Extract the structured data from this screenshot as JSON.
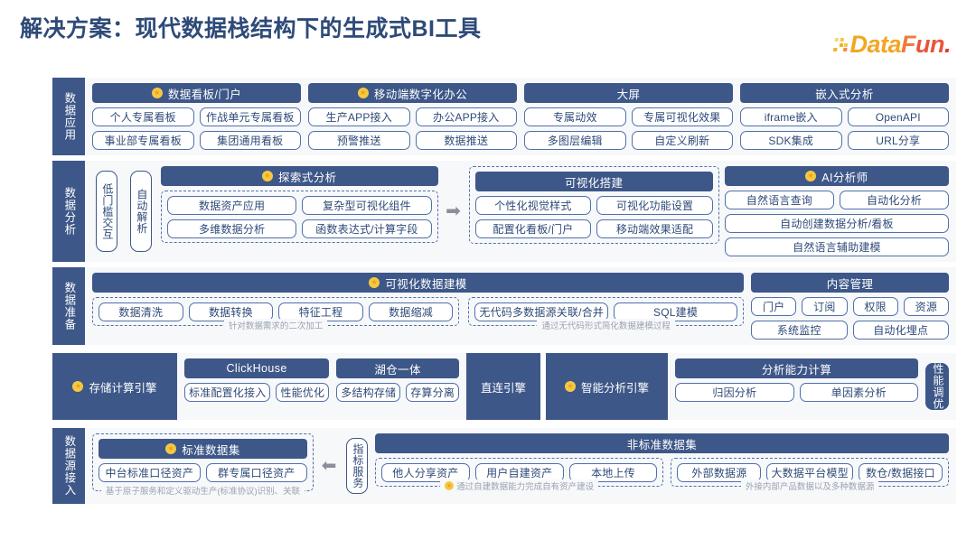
{
  "header": {
    "title": "解决方案：现代数据栈结构下的生成式BI工具",
    "logo": {
      "d": "D",
      "ata": "ata",
      "f": "F",
      "un": "un",
      "dot": "."
    }
  },
  "bands": {
    "application": {
      "label": "数据应用",
      "groups": [
        {
          "title": "数据看板/门户",
          "starred": true,
          "row1": [
            "个人专属看板",
            "作战单元专属看板"
          ],
          "row2": [
            "事业部专属看板",
            "集团通用看板"
          ]
        },
        {
          "title": "移动端数字化办公",
          "starred": true,
          "row1": [
            "生产APP接入",
            "办公APP接入"
          ],
          "row2": [
            "预警推送",
            "数据推送"
          ]
        },
        {
          "title": "大屏",
          "starred": false,
          "row1": [
            "专属动效",
            "专属可视化效果"
          ],
          "row2": [
            "多图层编辑",
            "自定义刷新"
          ]
        },
        {
          "title": "嵌入式分析",
          "starred": false,
          "row1": [
            "iframe嵌入",
            "OpenAPI"
          ],
          "row2": [
            "SDK集成",
            "URL分享"
          ]
        }
      ]
    },
    "analysis": {
      "label": "数据分析",
      "vpills": [
        "低门槛交互",
        "自动解析"
      ],
      "explore": {
        "title": "探索式分析",
        "starred": true,
        "row1": [
          "数据资产应用",
          "复杂型可视化组件"
        ],
        "row2": [
          "多维数据分析",
          "函数表达式/计算字段"
        ]
      },
      "build": {
        "title": "可视化搭建",
        "starred": false,
        "row1": [
          "个性化视觉样式",
          "可视化功能设置"
        ],
        "row2": [
          "配置化看板/门户",
          "移动端效果适配"
        ]
      },
      "ai": {
        "title": "AI分析师",
        "starred": true,
        "row1": [
          "自然语言查询",
          "自动化分析"
        ],
        "row2": [
          "自动创建数据分析/看板"
        ],
        "row3": [
          "自然语言辅助建模"
        ]
      }
    },
    "preparation": {
      "label": "数据准备",
      "title": "可视化数据建模",
      "starred": true,
      "left": {
        "chips": [
          "数据清洗",
          "数据转换",
          "特征工程",
          "数据缩减"
        ],
        "caption": "针对数据需求的二次加工"
      },
      "right": {
        "chips": [
          "无代码多数据源关联/合并",
          "SQL建模"
        ],
        "caption": "通过无代码形式简化数据建模过程"
      },
      "content": {
        "title": "内容管理",
        "row1": [
          "门户",
          "订阅",
          "权限",
          "资源"
        ],
        "row2": [
          "系统监控",
          "自动化埋点"
        ]
      }
    },
    "engine": {
      "storage_label": "存储计算引擎",
      "clickhouse": {
        "title": "ClickHouse",
        "chips": [
          "标准配置化接入",
          "性能优化"
        ]
      },
      "lakehouse": {
        "title": "湖仓一体",
        "chips": [
          "多结构存储",
          "存算分离"
        ]
      },
      "direct": "直连引擎",
      "smart": "智能分析引擎",
      "capability": {
        "title": "分析能力计算",
        "chips": [
          "归因分析",
          "单因素分析"
        ]
      },
      "tuning": "性能调优"
    },
    "source": {
      "label": "数据源接入",
      "standard": {
        "title": "标准数据集",
        "starred": true,
        "chips": [
          "中台标准口径资产",
          "群专属口径资产"
        ],
        "caption": "基于原子服务和定义驱动生产(标准协议)识别、关联"
      },
      "metric_service": "指标服务",
      "nonstandard": {
        "title": "非标准数据集",
        "left": {
          "chips": [
            "他人分享资产",
            "用户自建资产",
            "本地上传"
          ],
          "caption": "通过自建数据能力完成自有资产建设"
        },
        "right": {
          "chips": [
            "外部数据源",
            "大数据平台模型",
            "数仓/数据接口"
          ],
          "caption": "外接内部产品数据以及多种数据源"
        }
      }
    }
  },
  "colors": {
    "primary": "#3d5788",
    "chip_border": "#5070a8",
    "star": "#f5c842",
    "panel_bg": "#f7f8fa",
    "caption": "#9aa3b0"
  }
}
